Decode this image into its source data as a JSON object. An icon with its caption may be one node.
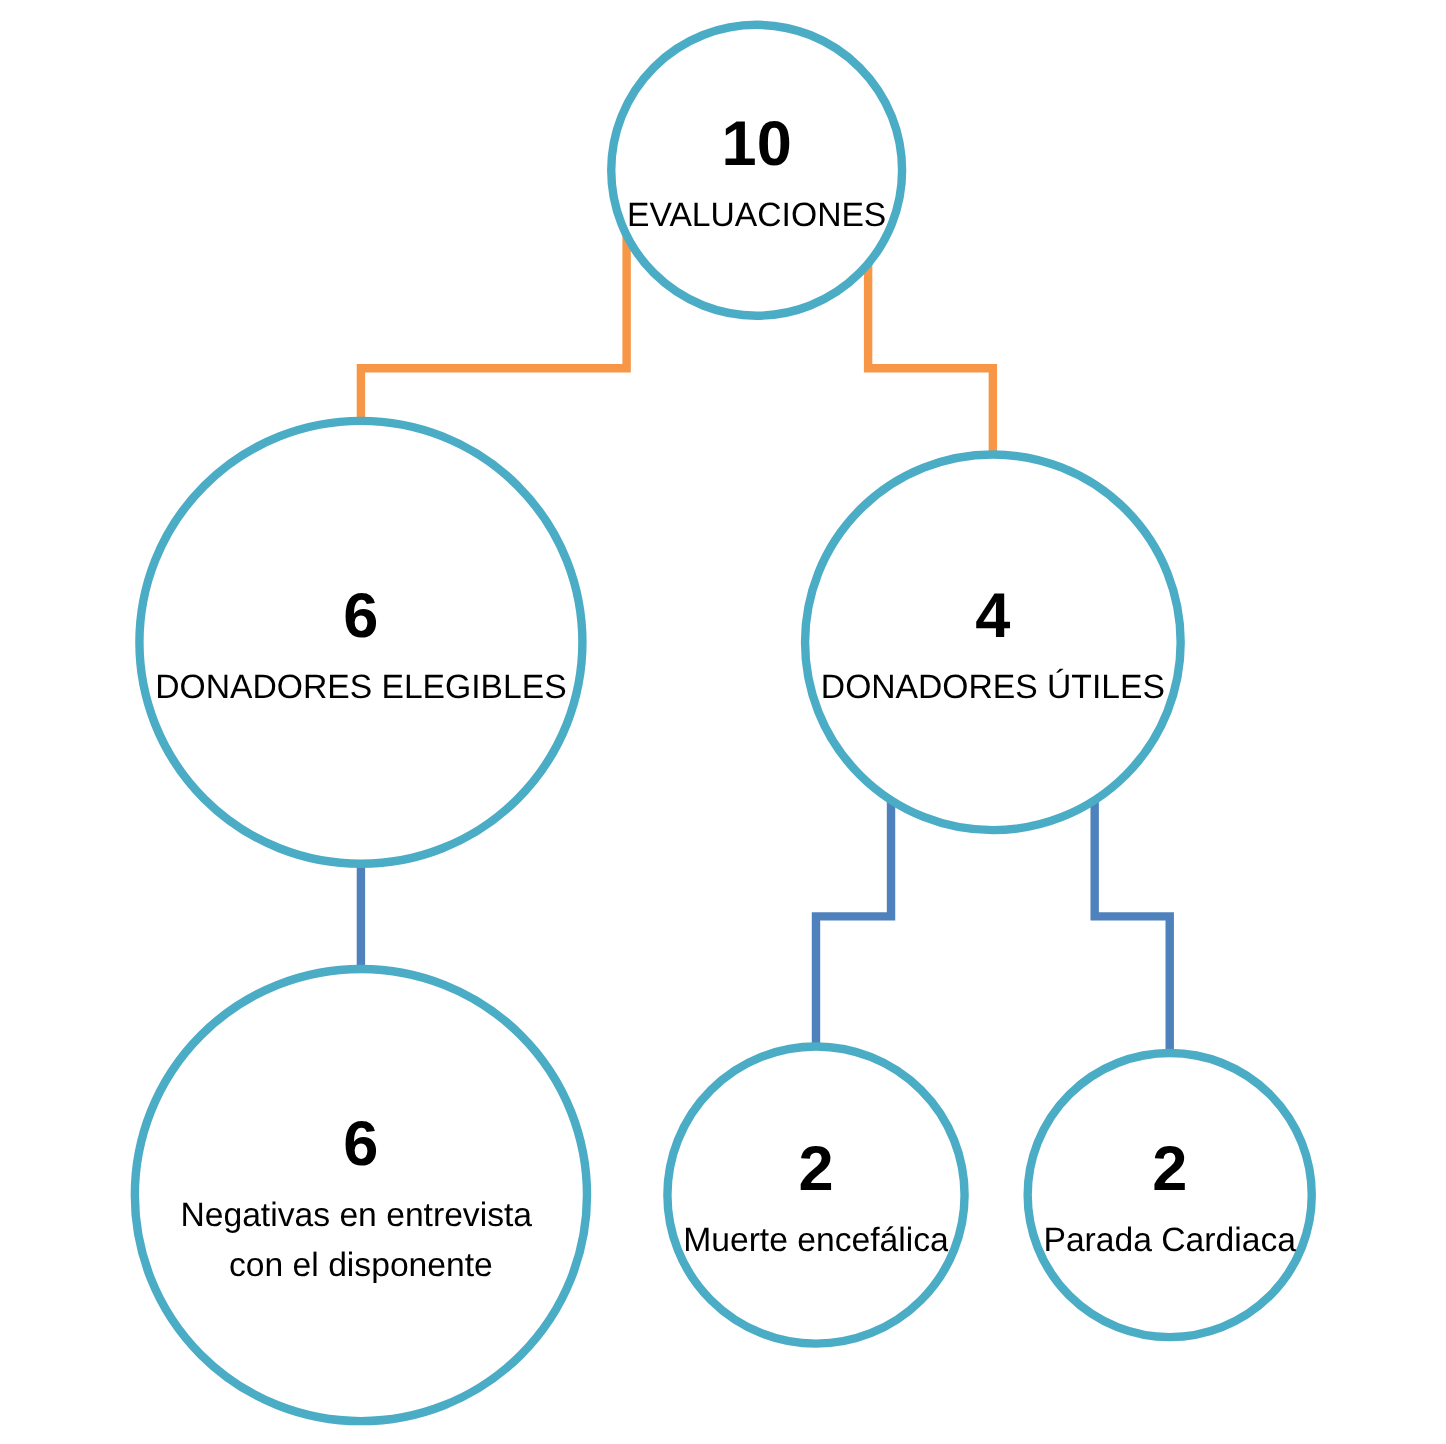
{
  "diagram": {
    "nodes": [
      {
        "text": [
          "10",
          "EVALUACIONES"
        ]
      },
      {
        "text": [
          "6",
          "DONADORES ELEGIBLES"
        ]
      },
      {
        "text": [
          "4",
          "DONADORES ÚTILES"
        ]
      },
      {
        "text": [
          "6",
          "Negativas en entrevista con el disponente"
        ]
      },
      {
        "text": [
          "2",
          "Muerte encefálica"
        ]
      },
      {
        "text": [
          "2",
          "Parada Cardiaca"
        ]
      }
    ],
    "edges": [
      {
        "from": 0,
        "to": 1,
        "arrow": "none",
        "color": "#f79646"
      },
      {
        "from": 0,
        "to": 2,
        "arrow": "none",
        "color": "#f79646"
      },
      {
        "from": 1,
        "to": 3,
        "arrow": "none",
        "color": "#4f81bd"
      },
      {
        "from": 2,
        "to": 4,
        "arrow": "none",
        "color": "#4f81bd"
      },
      {
        "from": 2,
        "to": 5,
        "arrow": "none",
        "color": "#4f81bd"
      }
    ]
  }
}
